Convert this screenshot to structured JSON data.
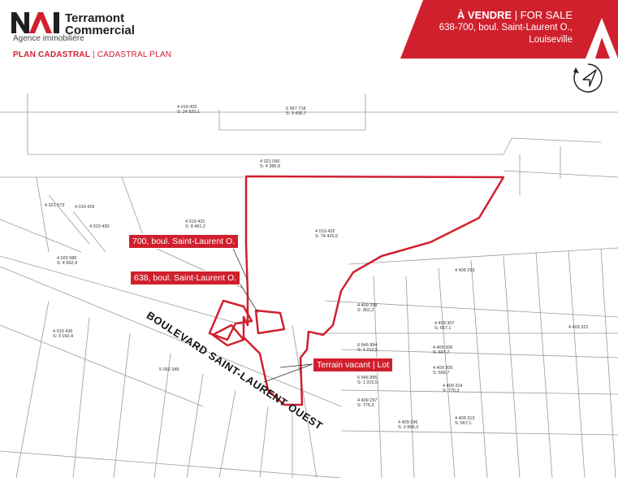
{
  "logo": {
    "brand_short": "NAI",
    "name_line1": "Terramont",
    "name_line2": "Commercial",
    "tagline": "Agence immobilière"
  },
  "plan_title": {
    "bold": "PLAN CADASTRAL",
    "rest": " | CADASTRAL PLAN"
  },
  "banner": {
    "title_bold": "À VENDRE",
    "title_rest": " | FOR SALE",
    "address_line1": "638-700, boul. Saint-Laurent O.,",
    "address_line2": "Louiseville"
  },
  "north_arrow_icon": "north-arrow-icon",
  "callouts": {
    "lot_700": "700, boul. Saint-Laurent O.",
    "lot_638": "638, boul. Saint-Laurent O.",
    "vacant": "Terrain vacant | Lot"
  },
  "road_name": "BOULEVARD SAINT-LAURENT OUEST",
  "lots": [
    {
      "num": "4 019 420",
      "area": "S: 24 820,1"
    },
    {
      "num": "6 567 718",
      "area": "S: 3 436,7"
    },
    {
      "num": "4 021 090",
      "area": "S: 4 386,8"
    },
    {
      "num": "4 019 432",
      "area": "S: 74 426,5"
    },
    {
      "num": "4 019 431",
      "area": "S: 8 461,2"
    },
    {
      "num": "4 020 980",
      "area": "S: 4 962,4"
    },
    {
      "num": "4 019 436",
      "area": "S: 3 160,4"
    },
    {
      "num": "4 409 298",
      "area": "S: 952,2"
    },
    {
      "num": "4 409 307",
      "area": "S: 567,1"
    },
    {
      "num": "4 409 306",
      "area": "S: 607,7"
    },
    {
      "num": "4 409 305",
      "area": "S: 556,7"
    },
    {
      "num": "4 409 314",
      "area": "S: 775,3"
    },
    {
      "num": "6 646 884",
      "area": "S: 1 212,5"
    },
    {
      "num": "6 646 885",
      "area": "S: 1 315,5"
    },
    {
      "num": "4 409 297",
      "area": "S: 775,3"
    },
    {
      "num": "4 409 296",
      "area": "S: 2 854,3"
    },
    {
      "num": "4 409 313",
      "area": "S: 567,1"
    },
    {
      "num": "4 019 429",
      "area": ""
    },
    {
      "num": "4 019 430",
      "area": ""
    },
    {
      "num": "4 021 573",
      "area": ""
    },
    {
      "num": "4 409 293",
      "area": ""
    },
    {
      "num": "4 409 322",
      "area": ""
    },
    {
      "num": "5 092 349",
      "area": ""
    }
  ],
  "colors": {
    "brand_red": "#d0202e",
    "lot_line": "#9a9a9a",
    "text": "#222222"
  }
}
